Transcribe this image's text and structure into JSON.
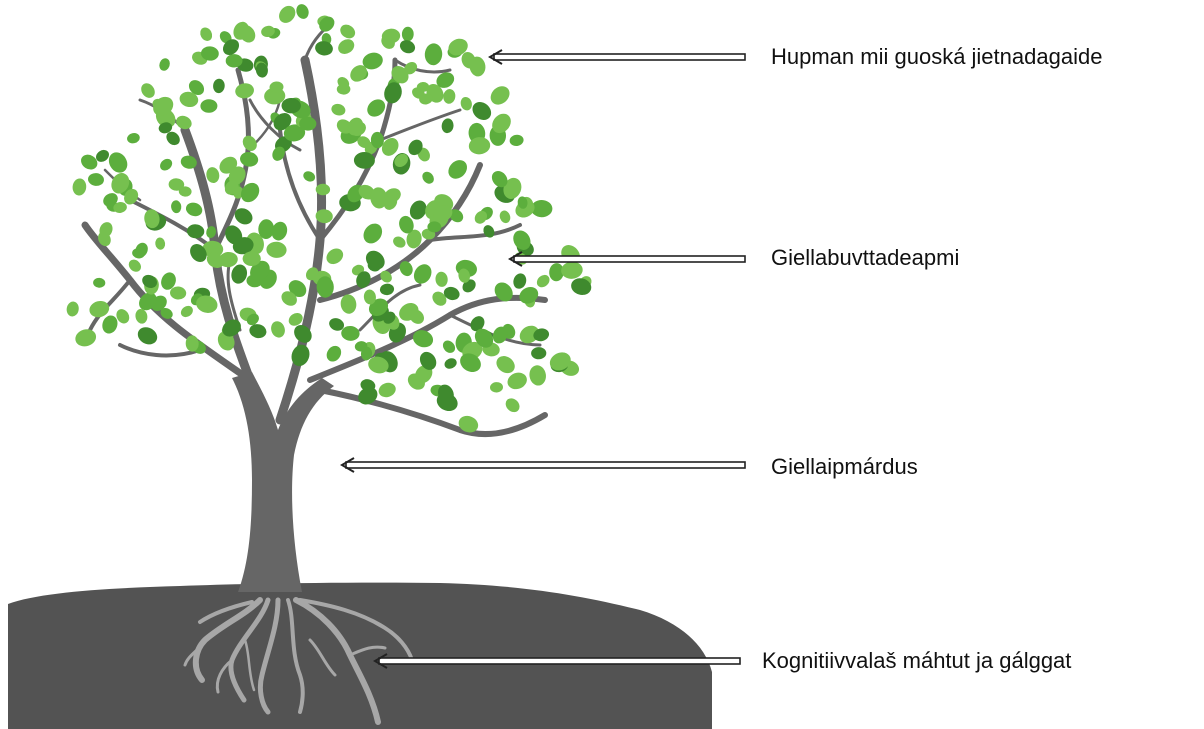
{
  "diagram": {
    "labels": [
      {
        "id": "crown",
        "text": "Hupman mii guoská jietnadagaide"
      },
      {
        "id": "branches",
        "text": "Giellabuvttadeapmi"
      },
      {
        "id": "trunk",
        "text": "Giellaipmárdus"
      },
      {
        "id": "roots",
        "text": "Kognitiivvalaš máhtut ja gálggat"
      }
    ],
    "colors": {
      "leaf_light": "#76c04f",
      "leaf_mid": "#5cae3d",
      "leaf_dark": "#3f8a2e",
      "bark": "#666666",
      "ground": "#535353",
      "roots": "#a7a7a7",
      "arrow": "#222222"
    }
  }
}
